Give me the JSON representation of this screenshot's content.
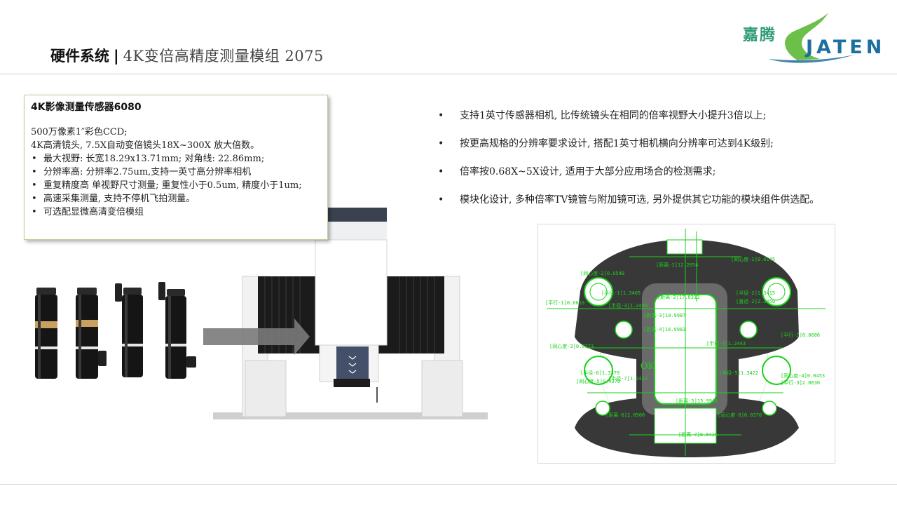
{
  "header": {
    "section": "硬件系统",
    "separator": "|",
    "title": "4K变倍高精度测量模组 2075"
  },
  "logo": {
    "cn": "嘉腾",
    "en": "JATEN",
    "colors": {
      "green": "#2f9a78",
      "blue": "#1d6f9f"
    }
  },
  "spec_box": {
    "title": "4K影像测量传感器6080",
    "lines": [
      "500万像素1″彩色CCD;",
      "4K高清镜头, 7.5X自动变倍镜头18X~300X 放大倍数。"
    ],
    "bullets": [
      "最大视野: 长宽18.29x13.71mm; 对角线: 22.86mm;",
      "分辨率高: 分辨率2.75um,支持一英寸高分辨率相机",
      "重复精度高 单视野尺寸测量; 重复性小于0.5um, 精度小于1um;",
      "高速采集测量, 支持不停机飞拍测量。",
      "可选配显微高清变倍模组"
    ]
  },
  "features": [
    "支持1英寸传感器相机, 比传统镜头在相同的倍率视野大小提升3倍以上;",
    "按更高规格的分辨率要求设计, 搭配1英寸相机横向分辨率可达到4K级别;",
    "倍率按0.68X~5X设计, 适用于大部分应用场合的检测需求;",
    "模块化设计, 多种倍率TV镜管与附加镜可选, 另外提供其它功能的模块组件供选配。"
  ],
  "measure_image": {
    "ok_label": "OK",
    "annotations": [
      "[同心度-1]0.0145",
      "[同心度-2]0.0548",
      "[距离-1]12.2054",
      "[半径-1]1.3405",
      "[半径-2]1.3415",
      "[半径-3]1.2403",
      "[直径-2]2.3050",
      "[平行-1]0.0810",
      "[距离-2]17.0313",
      "[距离-3]10.9987",
      "[距离-4]16.9983",
      "[平行-2]0.0686",
      "[同心度-3]0.0323",
      "[半径-4]1.2443",
      "[半径-5]1.3422",
      "[同心度-4]0.0453",
      "[半径-6]1.3379",
      "[半径-7]1.2432",
      "[同心度-5]0.4370",
      "[平行-3]2.0630",
      "[距离-5]15.9941",
      "[距离-6]2.0500",
      "[同心度-6]0.0370",
      "[距离-7]0.6426"
    ],
    "colors": {
      "annotation": "#19d219",
      "part": "#3a3a3a",
      "background": "#ffffff"
    }
  }
}
